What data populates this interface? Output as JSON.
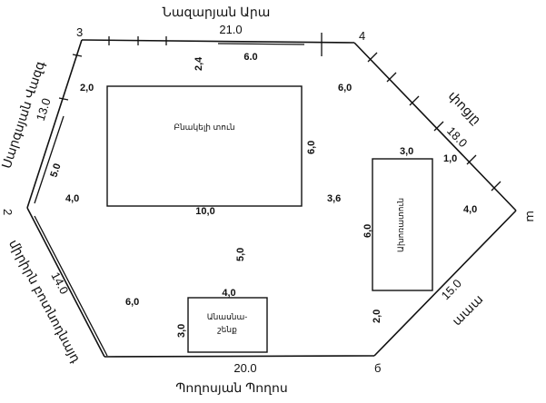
{
  "streets": {
    "north": "Նազարյան Արա",
    "south": "Պողոսյան Պողոս",
    "northwest": "Սարգսյան Վազգ",
    "southwest": "միրիրն բոտնոդնայդ",
    "northeast": "փոցյը",
    "southeast": "աաա"
  },
  "vertices": [
    "3",
    "4",
    "ա",
    "б",
    "2"
  ],
  "perimeter": {
    "north": "21.0",
    "northeast": "18.0",
    "southeast": "15.0",
    "south": "20.0",
    "southwest": "14.0",
    "northwest": "13.0"
  },
  "dims": {
    "top_segment": "6.0",
    "top_offset": "2,4",
    "nw_segment": "5.0",
    "house_left_top": "2,0",
    "house_right_top": "6,0",
    "house_side": "6,0",
    "house_bottom": "10,0",
    "left_gap": "4,0",
    "right_gap": "3,6",
    "center_gap": "5,0",
    "shed_top": "3,0",
    "shed_offset": "1,0",
    "shed_side": "6,0",
    "shed_right": "4,0",
    "shed_bottom_gap": "2,0",
    "bath_top": "4,0",
    "bath_side": "3,0",
    "bath_left": "6,0"
  },
  "buildings": {
    "house": "Բնակելի տուն",
    "shed": "Ախոռատուն",
    "bath": "Անասնա-\nշենք"
  }
}
